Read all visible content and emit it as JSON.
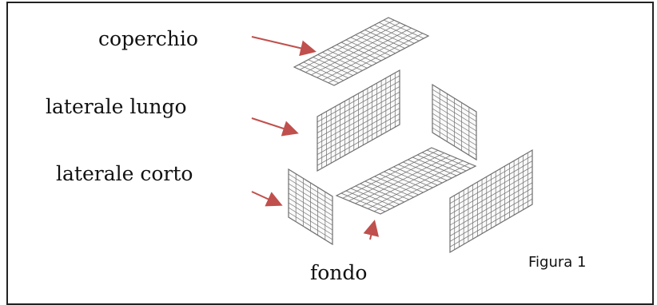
{
  "labels": {
    "coperchio": "coperchio",
    "laterale_lungo": "laterale lungo",
    "laterale_corto": "laterale corto",
    "fondo": "fondo",
    "figure": "Figura 1"
  },
  "colors": {
    "arrow": "#c0504d",
    "mesh": "#6e6e6e",
    "border": "#222222"
  }
}
